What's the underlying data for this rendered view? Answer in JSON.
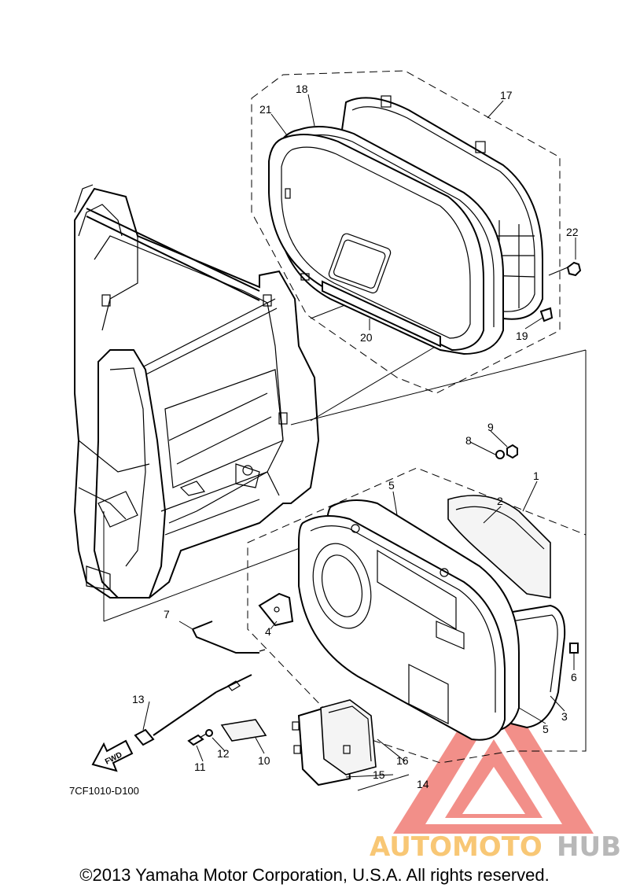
{
  "diagram": {
    "callouts": [
      {
        "id": "c1",
        "label": "1"
      },
      {
        "id": "c2",
        "label": "2"
      },
      {
        "id": "c3",
        "label": "3"
      },
      {
        "id": "c4",
        "label": "4"
      },
      {
        "id": "c5a",
        "label": "5"
      },
      {
        "id": "c5b",
        "label": "5"
      },
      {
        "id": "c6",
        "label": "6"
      },
      {
        "id": "c7",
        "label": "7"
      },
      {
        "id": "c8",
        "label": "8"
      },
      {
        "id": "c9",
        "label": "9"
      },
      {
        "id": "c10",
        "label": "10"
      },
      {
        "id": "c11",
        "label": "11"
      },
      {
        "id": "c12",
        "label": "12"
      },
      {
        "id": "c13",
        "label": "13"
      },
      {
        "id": "c14",
        "label": "14"
      },
      {
        "id": "c15",
        "label": "15"
      },
      {
        "id": "c16",
        "label": "16"
      },
      {
        "id": "c17",
        "label": "17"
      },
      {
        "id": "c18",
        "label": "18"
      },
      {
        "id": "c19",
        "label": "19"
      },
      {
        "id": "c20",
        "label": "20"
      },
      {
        "id": "c21",
        "label": "21"
      },
      {
        "id": "c22",
        "label": "22"
      }
    ],
    "fwd_label": "FWD",
    "diagram_code": "7CF1010-D100"
  },
  "watermark": {
    "text_part1": "AUTOMOTO",
    "text_part2": "HUB",
    "color_orange": "#f5a31a",
    "color_red": "#e8342a",
    "color_gray": "#8a8a8a"
  },
  "footer": {
    "copyright": "©2013 Yamaha Motor Corporation, U.S.A. All rights reserved."
  }
}
